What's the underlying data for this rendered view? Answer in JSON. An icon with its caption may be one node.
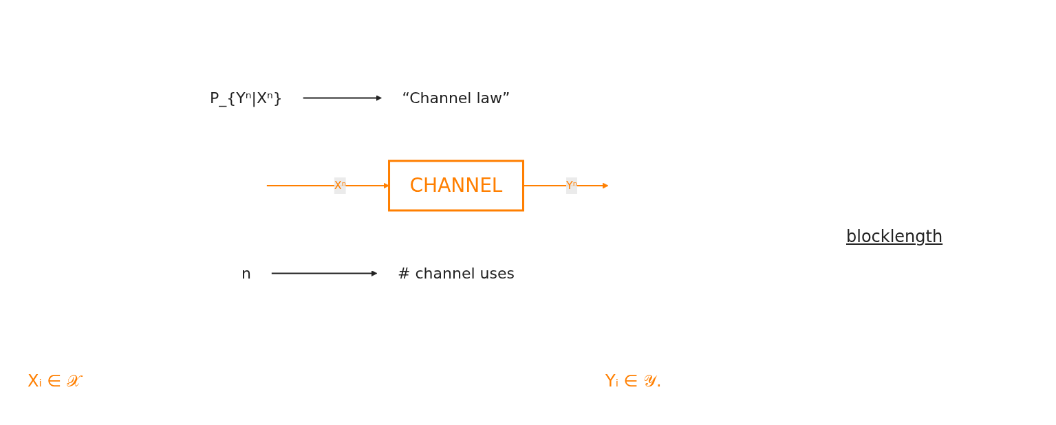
{
  "diagram": {
    "nodes": [
      {
        "text": [
          "“Channel law”"
        ]
      },
      {
        "text": [
          "P_{Yⁿ|Xⁿ}"
        ]
      },
      {
        "text": [
          "CHANNEL"
        ]
      },
      {
        "text": [
          "n"
        ]
      },
      {
        "text": [
          "# channel uses"
        ]
      }
    ],
    "edges": [
      {
        "from": 1,
        "to": 0,
        "arrow": "to"
      },
      {
        "from": null,
        "to": 2,
        "arrow": "to",
        "label": "Xⁿ",
        "color": "#ff7f00"
      },
      {
        "from": 2,
        "to": null,
        "arrow": "to",
        "label": "Yⁿ",
        "color": "#ff7f00"
      },
      {
        "from": 3,
        "to": 4,
        "arrow": "to"
      }
    ],
    "labels": [
      "blocklength",
      "Xᵢ ∈ 𝒳",
      "Yᵢ ∈ 𝒴."
    ]
  }
}
